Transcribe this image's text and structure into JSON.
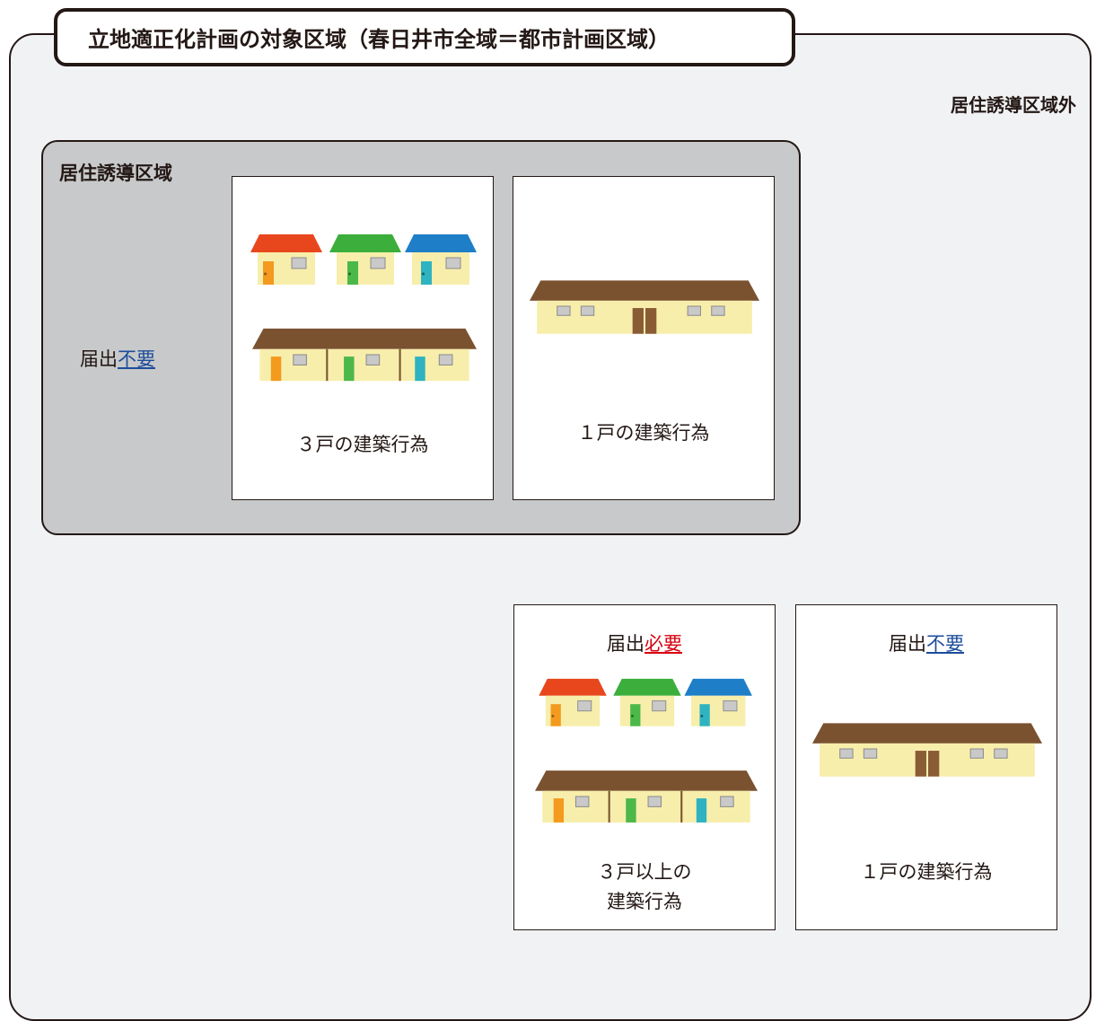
{
  "title": "立地適正化計画の対象区域（春日井市全域＝都市計画区域）",
  "outside_label": "居住誘導区域外",
  "inside": {
    "label": "居住誘導区域",
    "notice_prefix": "届出",
    "notice_keyword": "不要",
    "card_multi_caption": "３戸の建築行為",
    "card_single_caption": "１戸の建築行為"
  },
  "outside": {
    "multi_notice_prefix": "届出",
    "multi_notice_keyword": "必要",
    "multi_caption_line1": "３戸以上の",
    "multi_caption_line2": "建築行為",
    "single_notice_prefix": "届出",
    "single_notice_keyword": "不要",
    "single_caption": "１戸の建築行為"
  },
  "colors": {
    "required": "#d7000f",
    "not_required": "#1d4d9b",
    "roof_red": "#e8471d",
    "roof_green": "#3bae3b",
    "roof_blue": "#1e7ec8",
    "roof_brown": "#7a5230",
    "wall": "#f7eeab"
  }
}
